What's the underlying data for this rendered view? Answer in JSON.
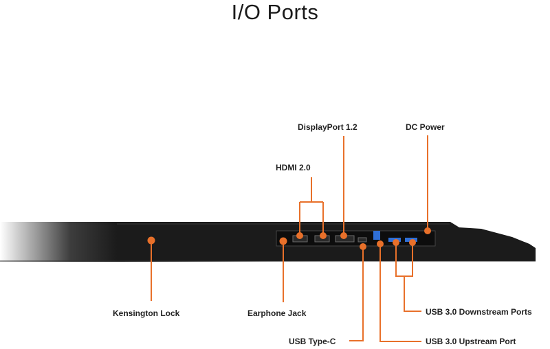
{
  "title": "I/O Ports",
  "accent_color": "#e8702a",
  "monitor_color": "#1b1b1b",
  "labels": {
    "displayport": "DisplayPort 1.2",
    "dc_power": "DC Power",
    "hdmi": "HDMI 2.0",
    "kensington": "Kensington Lock",
    "earphone": "Earphone Jack",
    "usb_c": "USB Type-C",
    "usb_up": "USB 3.0 Upstream Port",
    "usb_down": "USB 3.0 Downstream Ports"
  }
}
